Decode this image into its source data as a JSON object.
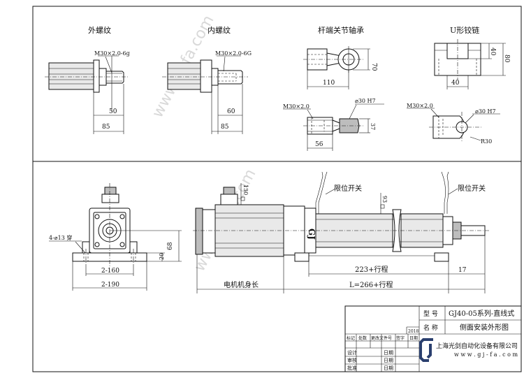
{
  "top_views": {
    "external_thread": {
      "title": "外螺纹",
      "thread": "M30×2.0-6g",
      "dim_inner": "50",
      "dim_outer": "85"
    },
    "internal_thread": {
      "title": "内螺纹",
      "thread": "M30×2.0-6G",
      "dim_inner": "60",
      "dim_outer": "85"
    },
    "rod_end_bearing": {
      "title": "杆端关节轴承",
      "dim_height": "70",
      "dim_length": "110",
      "thread": "M30×2.0",
      "bore": "⌀30 H7",
      "dim_width": "37",
      "dim_depth": "56"
    },
    "u_clevis": {
      "title": "U形铰链",
      "dim_slot": "40",
      "dim_height": "80",
      "dim_width": "40",
      "thread": "M30×2.0",
      "bore": "⌀30 H7",
      "radius": "R30"
    }
  },
  "front_view": {
    "holes": "4-⌀13 穿",
    "dim_inner_span": "2-160",
    "dim_outer_span": "2-190",
    "dim_height": "68",
    "dim_base": "20"
  },
  "side_view": {
    "motor_square": "130",
    "tube_square": "93",
    "limit_switch_left": "限位开关",
    "limit_switch_right": "限位开关",
    "dim_stroke": "223+行程",
    "dim_rod": "17",
    "motor_length": "电机机身长",
    "total_length": "L=266+行程",
    "logo": "GJ"
  },
  "title_block": {
    "model_label": "型  号",
    "model_value": "GJ40-05系列-直线式",
    "name_label": "名  称",
    "name_value": "侧面安装外形图",
    "year": "2018",
    "col_headers": [
      "标记",
      "处数",
      "更改文件号",
      "签字",
      "日期"
    ],
    "rows": [
      {
        "label": "设计",
        "date_label": "日期"
      },
      {
        "label": "审核",
        "date_label": "日期"
      },
      {
        "label": "批准",
        "date_label": "日期"
      }
    ],
    "company": "上海光剑自动化设备有限公司",
    "website": "w w w . g j - f a . c o m"
  },
  "watermark": "www.gj-fa.com"
}
